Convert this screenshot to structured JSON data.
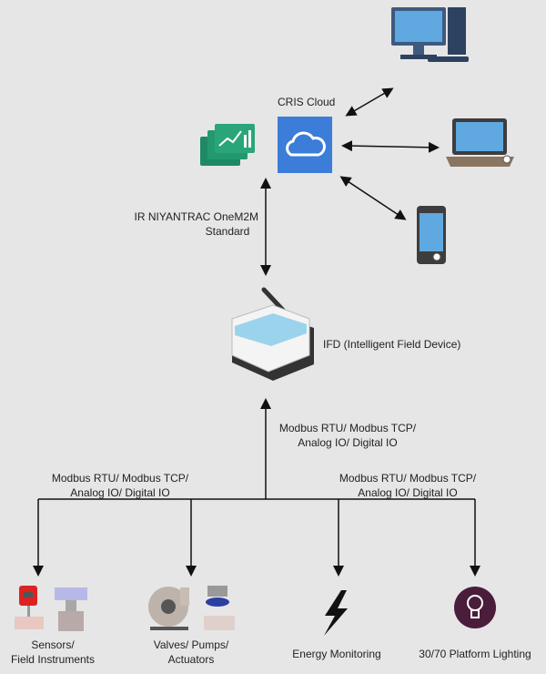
{
  "cloud": {
    "label": "CRIS Cloud"
  },
  "protocol_link": {
    "line1": "IR NIYANTRAC OneM2M",
    "line2": "Standard"
  },
  "ifd": {
    "label": "IFD (Intelligent Field Device)"
  },
  "bus_center": {
    "line1": "Modbus RTU/ Modbus TCP/",
    "line2": "Analog IO/ Digital IO"
  },
  "bus_left": {
    "line1": "Modbus RTU/ Modbus TCP/",
    "line2": "Analog IO/ Digital IO"
  },
  "bus_right": {
    "line1": "Modbus RTU/ Modbus TCP/",
    "line2": "Analog IO/ Digital IO"
  },
  "endpoints": [
    {
      "line1": "Sensors/",
      "line2": "Field Instruments"
    },
    {
      "line1": "Valves/ Pumps/",
      "line2": "Actuators"
    },
    {
      "line1": "Energy Monitoring"
    },
    {
      "line1": "30/70 Platform Lighting"
    }
  ],
  "colors": {
    "background": "#e6e6e6",
    "cloud": "#3b7dd8",
    "analytics": "#2aa57a",
    "lighting": "#4a1d3a"
  }
}
